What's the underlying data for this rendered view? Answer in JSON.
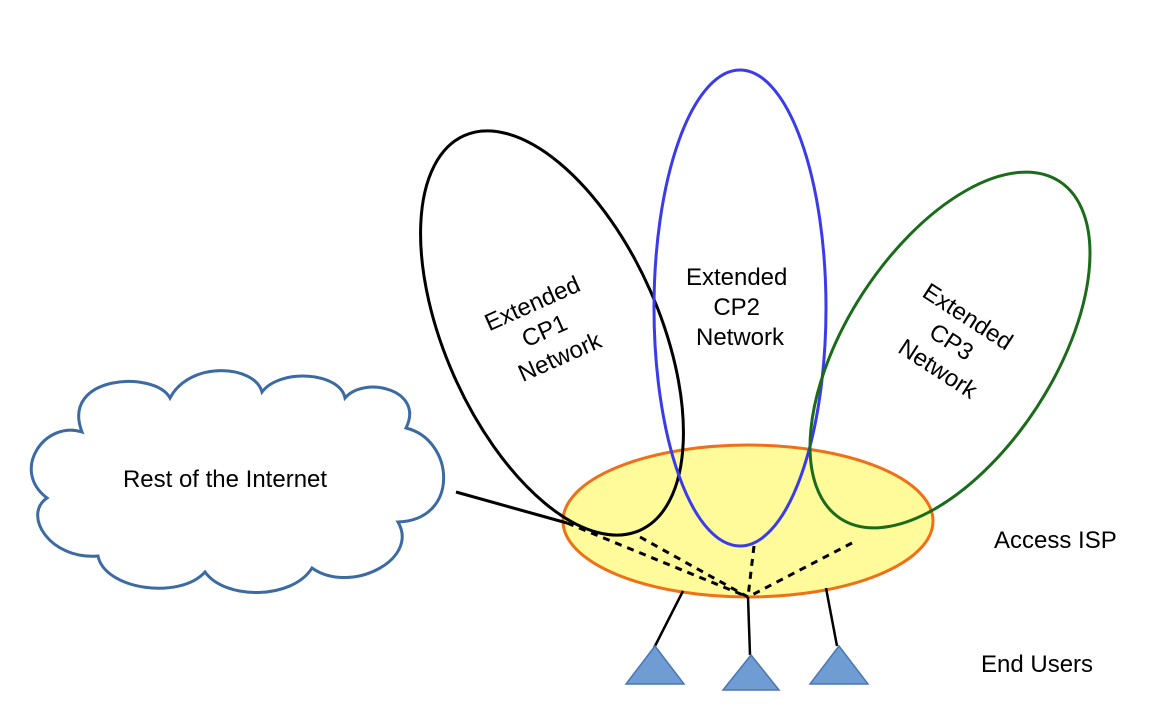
{
  "labels": {
    "cloud": "Rest of the Internet",
    "access_isp": "Access ISP",
    "end_users": "End Users"
  },
  "networks": [
    {
      "lines": [
        "Extended",
        "CP1",
        "Network"
      ],
      "color": "#000000"
    },
    {
      "lines": [
        "Extended",
        "CP2",
        "Network"
      ],
      "color": "#3a3aee"
    },
    {
      "lines": [
        "Extended",
        "CP3",
        "Network"
      ],
      "color": "#1a6b1a"
    }
  ],
  "colors": {
    "cloud_stroke": "#3c6aa3",
    "isp_fill": "#fffa9a",
    "isp_stroke": "#f07018",
    "user_triangle": "#6f9dd3",
    "user_triangle_stroke": "#4a77b0"
  }
}
